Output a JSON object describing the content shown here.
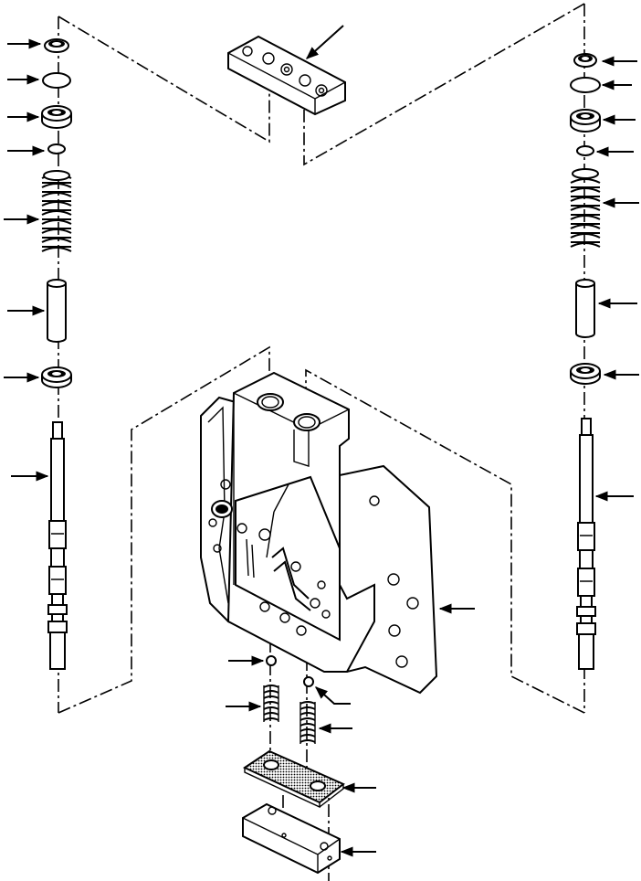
{
  "figure": {
    "type": "exploded-parts-diagram",
    "callouts": {
      "style": "leader-arrow",
      "left_column": 8,
      "right_column": 8,
      "center": 8
    },
    "colors": {
      "ink": "#000000",
      "paper": "#ffffff"
    }
  }
}
